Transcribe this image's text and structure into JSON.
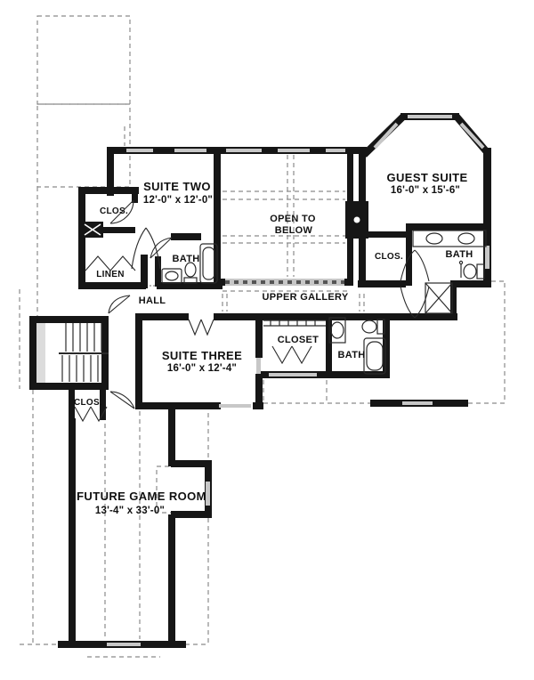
{
  "plan": {
    "type_label": "floor-plan",
    "rooms": {
      "suite_two": {
        "name": "SUITE TWO",
        "dims": "12'-0\" x 12'-0\""
      },
      "suite_two_closet": {
        "name": "CLOS."
      },
      "linen": {
        "name": "LINEN"
      },
      "suite_two_bath": {
        "name": "BATH"
      },
      "hall": {
        "name": "HALL"
      },
      "open_to_below": {
        "line1": "OPEN TO",
        "line2": "BELOW"
      },
      "upper_gallery": {
        "name": "UPPER GALLERY"
      },
      "guest_suite": {
        "name": "GUEST SUITE",
        "dims": "16'-0\" x 15'-6\""
      },
      "guest_closet": {
        "name": "CLOS."
      },
      "guest_bath": {
        "name": "BATH"
      },
      "suite_three": {
        "name": "SUITE THREE",
        "dims": "16'-0\" x 12'-4\""
      },
      "closet": {
        "name": "CLOSET"
      },
      "hall_bath": {
        "name": "BATH"
      },
      "stair_closet": {
        "name": "CLOS."
      },
      "future_game_room": {
        "name": "FUTURE GAME ROOM",
        "dims": "13'-4\" x 33'-0\""
      }
    }
  },
  "colors": {
    "wall": "#161616",
    "window": "#c7c7c7",
    "landing": "#dcdcdc",
    "dash": "#8b8b8b",
    "line": "#2a2a2a",
    "text": "#111111",
    "background": "#ffffff"
  }
}
